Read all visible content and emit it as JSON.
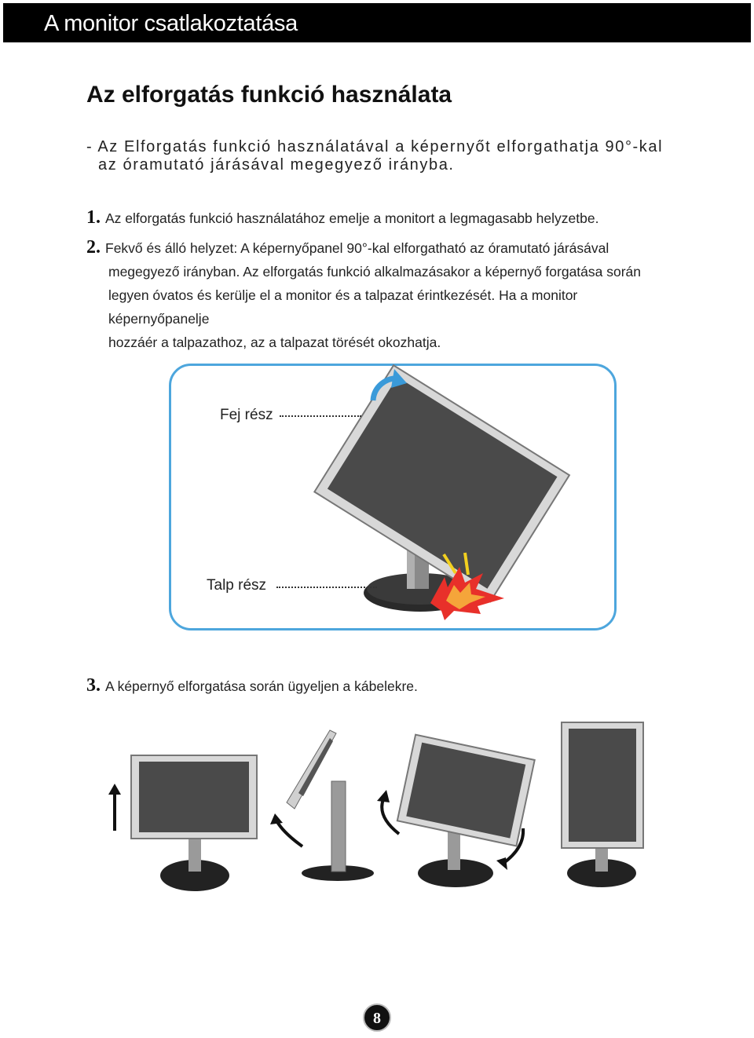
{
  "header": {
    "title": "A monitor csatlakoztatása"
  },
  "section": {
    "title": "Az elforgatás funkció használata"
  },
  "intro": {
    "line1": "- Az Elforgatás funkció használatával a képernyőt elforgathatja 90°-kal",
    "line2": "az óramutató járásával megegyező irányba."
  },
  "steps": [
    {
      "number": "1.",
      "text": "Az elforgatás funkció használatához emelje a monitort a legmagasabb helyzetbe."
    },
    {
      "number": "2.",
      "line1": "Fekvő és álló helyzet: A képernyőpanel 90°-kal elforgatható az óramutató járásával",
      "line2": "megegyező irányban. Az elforgatás funkció alkalmazásakor a képernyő forgatása során",
      "line3": "legyen óvatos és kerülje el a monitor és a talpazat érintkezését. Ha a monitor képernyőpanelje",
      "line4": "hozzáér a talpazathoz, az a talpazat törését okozhatja."
    },
    {
      "number": "3.",
      "text": "A képernyő elforgatása során ügyeljen a kábelekre."
    }
  ],
  "figure": {
    "callout_head": "Fej rész",
    "callout_base": "Talp rész",
    "frame_color": "#4da6dd",
    "arrow_color": "#3a9ad9",
    "impact_colors": [
      "#e8302a",
      "#f5a53a"
    ]
  },
  "page": {
    "number": "8"
  }
}
